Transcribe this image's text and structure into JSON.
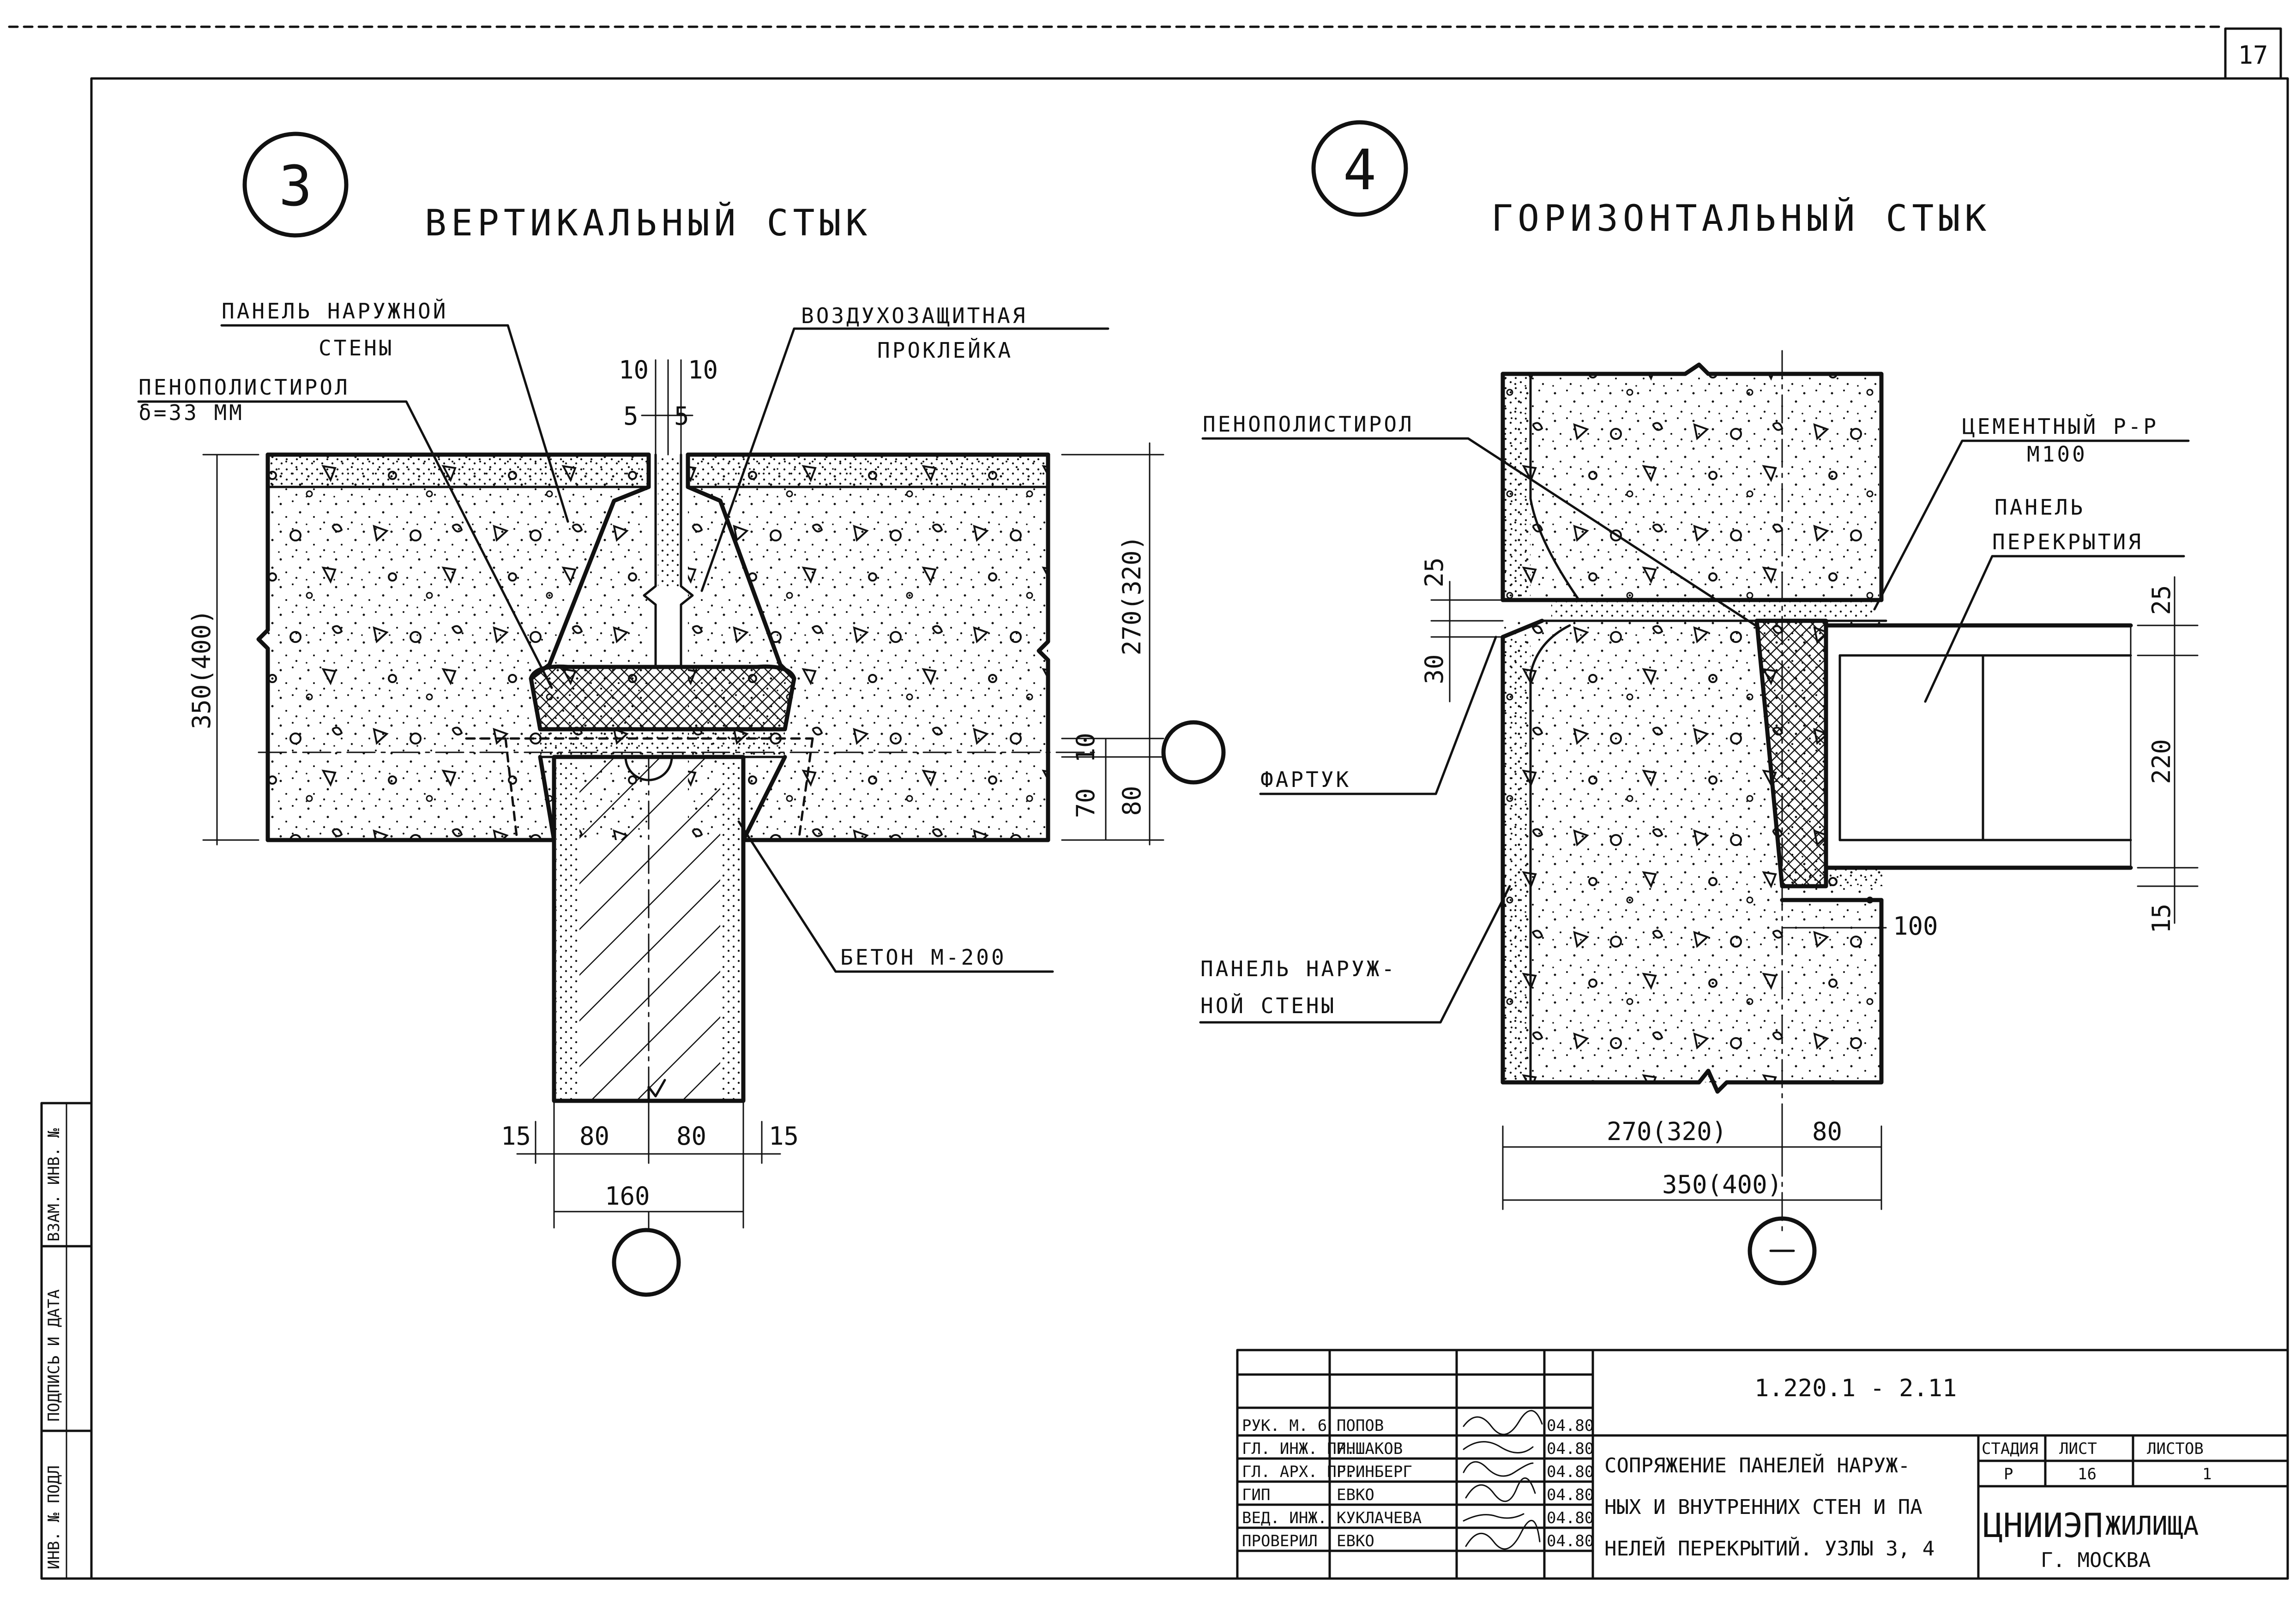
{
  "sheet": {
    "page_number": "17",
    "ink_color": "#111111"
  },
  "node3": {
    "number": "3",
    "title": "ВЕРТИКАЛЬНЫЙ СТЫК",
    "labels": {
      "panel_outer_1": "ПАНЕЛЬ НАРУЖНОЙ",
      "panel_outer_2": "СТЕНЫ",
      "foam_1": "ПЕНОПОЛИСТИРОЛ",
      "foam_2": "δ=33 ММ",
      "air_1": "ВОЗДУХОЗАЩИТНАЯ",
      "air_2": "ПРОКЛЕЙКА",
      "concrete": "БЕТОН М-200"
    },
    "dims": {
      "gap_10a": "10",
      "gap_10b": "10",
      "gap_5a": "5",
      "gap_5b": "5",
      "height_total": "350(400)",
      "height_inner": "270(320)",
      "d10": "10",
      "d70": "70",
      "d80": "80",
      "b15a": "15",
      "b80a": "80",
      "b80b": "80",
      "b15b": "15",
      "b160": "160"
    }
  },
  "node4": {
    "number": "4",
    "title": "ГОРИЗОНТАЛЬНЫЙ СТЫК",
    "labels": {
      "foam": "ПЕНОПОЛИСТИРОЛ",
      "cement_1": "ЦЕМЕНТНЫЙ Р-Р",
      "cement_2": "М100",
      "slab_1": "ПАНЕЛЬ",
      "slab_2": "ПЕРЕКРЫТИЯ",
      "apron": "ФАРТУК",
      "wall_1": "ПАНЕЛЬ НАРУЖ-",
      "wall_2": "НОЙ СТЕНЫ"
    },
    "dims": {
      "d25a": "25",
      "d30": "30",
      "d25b": "25",
      "d220": "220",
      "d15": "15",
      "d100": "100",
      "w270": "270(320)",
      "w80": "80",
      "w350": "350(400)"
    }
  },
  "stamp": {
    "side": {
      "inv": "ИНВ. № ПОДЛ",
      "sign": "ПОДПИСЬ И ДАТА",
      "vzam": "ВЗАМ. ИНВ. №"
    },
    "code": "1.220.1 - 2.11",
    "rows": [
      {
        "role": "РУК. М. 6",
        "name": "ПОПОВ",
        "date": "04.80"
      },
      {
        "role": "ГЛ. ИНЖ. ПР.",
        "name": "ИНШАКОВ",
        "date": "04.80"
      },
      {
        "role": "ГЛ. АРХ. ПР.",
        "name": "ГРИНБЕРГ",
        "date": "04.80"
      },
      {
        "role": "ГИП",
        "name": "ЕВКО",
        "date": "04.80"
      },
      {
        "role": "ВЕД. ИНЖ.",
        "name": "КУКЛАЧЕВА",
        "date": "04.80"
      },
      {
        "role": "ПРОВЕРИЛ",
        "name": "ЕВКО",
        "date": "04.80"
      }
    ],
    "title_1": "СОПРЯЖЕНИЕ ПАНЕЛЕЙ НАРУЖ-",
    "title_2": "НЫХ И ВНУТРЕННИХ СТЕН И ПА",
    "title_3": "НЕЛЕЙ ПЕРЕКРЫТИЙ. УЗЛЫ 3, 4",
    "stage_h": "СТАДИЯ",
    "sheet_h": "ЛИСТ",
    "sheets_h": "ЛИСТОВ",
    "stage_v": "Р",
    "sheet_v": "16",
    "sheets_v": "1",
    "org_1": "ЦНИИЭП",
    "org_2": "ЖИЛИЩА",
    "org_3": "Г. МОСКВА"
  }
}
